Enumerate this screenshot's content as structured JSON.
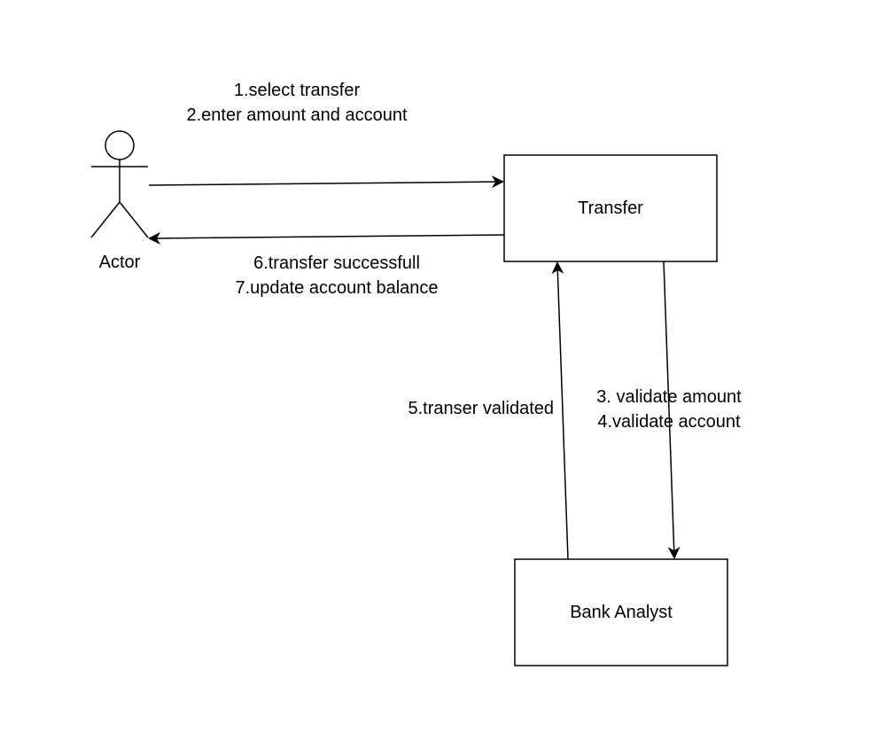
{
  "actor": {
    "label": "Actor"
  },
  "nodes": {
    "transfer": {
      "label": "Transfer"
    },
    "bank_analyst": {
      "label": "Bank Analyst"
    }
  },
  "edges": {
    "actor_to_transfer": {
      "line1": "1.select transfer",
      "line2": "2.enter amount and account"
    },
    "transfer_to_actor": {
      "line1": "6.transfer successfull",
      "line2": "7.update account balance"
    },
    "transfer_to_bank": {
      "line1": "3. validate amount",
      "line2": "4.validate account"
    },
    "bank_to_transfer": {
      "line1": "5.transer validated"
    }
  },
  "colors": {
    "stroke": "#000000",
    "background": "#ffffff"
  }
}
